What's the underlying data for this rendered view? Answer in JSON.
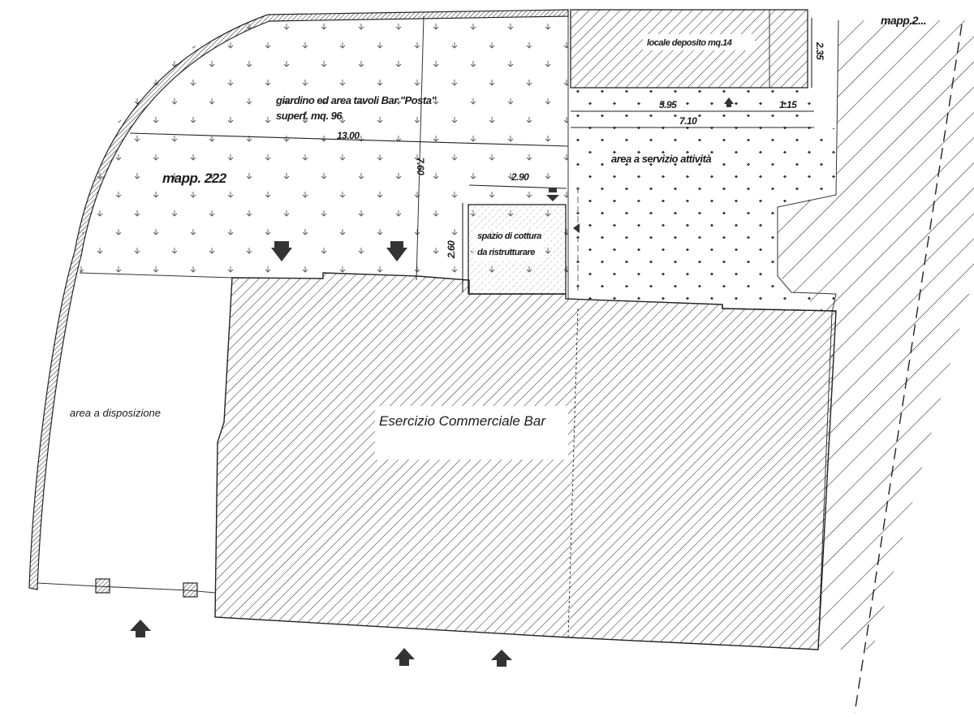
{
  "plan": {
    "labels": {
      "garden": "giardino ed area tavoli Bar \"Posta\"",
      "garden_area": "superf. mq. 96",
      "parcel": "mapp. 222",
      "storage": "locale deposito mq.14",
      "service_area": "area a servizio attività",
      "kitchen_line1": "spazio di cottura",
      "kitchen_line2": "da ristrutturare",
      "bar": "Esercizio Commerciale Bar",
      "available_area": "area a disposizione",
      "neighbor_parcel": "mapp.2..."
    },
    "dimensions": {
      "garden_width": "13.00",
      "garden_depth": "7.60",
      "kitchen_width": "2.90",
      "kitchen_depth": "2.60",
      "storage_depth": "2.35",
      "service_width_a": "5.95",
      "service_width_b": "1.15",
      "service_width_total": "7.10"
    },
    "colors": {
      "ink": "#222222",
      "arrow": "#333333",
      "paper": "#ffffff"
    }
  }
}
